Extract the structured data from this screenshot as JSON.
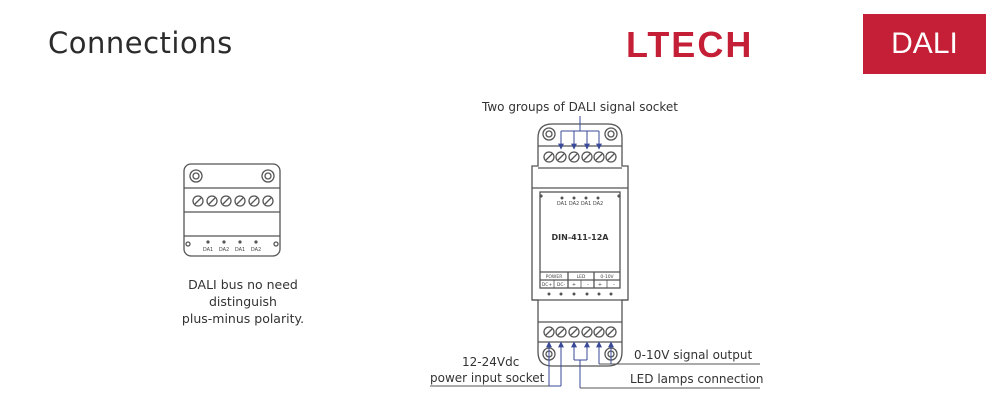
{
  "page": {
    "title": "Connections",
    "brand_logo": "LTECH",
    "badge": "DALI",
    "accent_color": "#c41f36"
  },
  "small_module": {
    "terminal_labels": [
      "DA1",
      "DA2",
      "DA1",
      "DA2"
    ],
    "note_lines": [
      "DALI bus no need",
      "distinguish",
      "plus-minus polarity."
    ]
  },
  "din_module": {
    "top_callout": "Two groups of DALI signal socket",
    "top_terminal_labels": [
      "DA1",
      "DA2",
      "DA1",
      "DA2"
    ],
    "model": "DIN-411-12A",
    "groups": [
      {
        "name": "POWER",
        "pins": [
          "DC+",
          "DC-"
        ]
      },
      {
        "name": "LED",
        "pins": [
          "+",
          "-"
        ]
      },
      {
        "name": "0-10V",
        "pins": [
          "+",
          "-"
        ]
      }
    ],
    "callouts": {
      "power_line1": "12-24Vdc",
      "power_line2": "power input socket",
      "signal_output": "0-10V signal output",
      "led_connection": "LED lamps connection"
    }
  }
}
